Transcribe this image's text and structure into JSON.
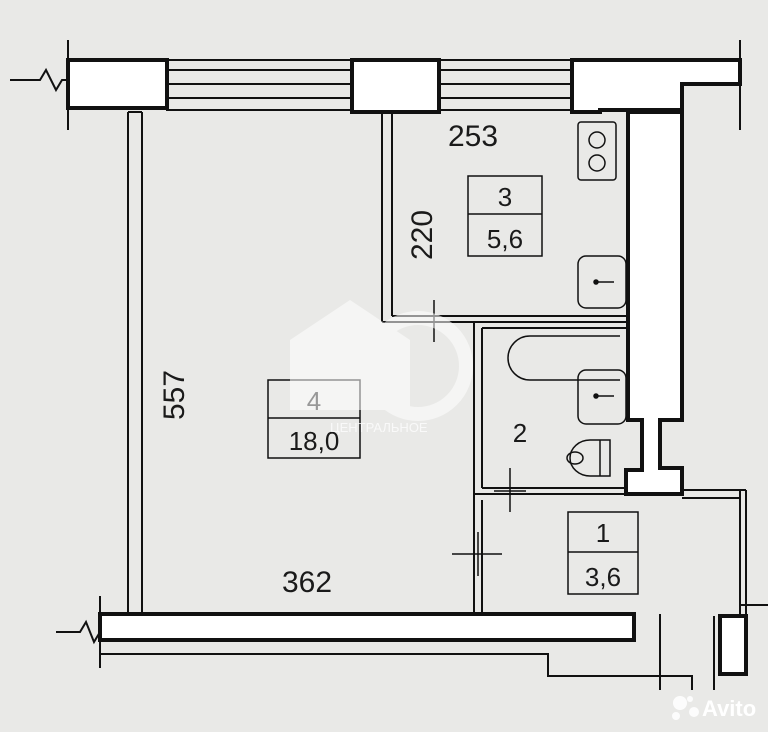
{
  "plan": {
    "rooms": [
      {
        "number": "1",
        "area": "3,6"
      },
      {
        "number": "2"
      },
      {
        "number": "3",
        "area": "5,6"
      },
      {
        "number": "4",
        "area": "18,0"
      }
    ],
    "dimensions": {
      "kitchen_width": "253",
      "kitchen_depth": "220",
      "living_depth": "557",
      "living_width": "362"
    }
  },
  "watermark": {
    "text": "ЦЕНТРАЛЬНОЕ"
  },
  "brand": {
    "text": "Avito"
  }
}
